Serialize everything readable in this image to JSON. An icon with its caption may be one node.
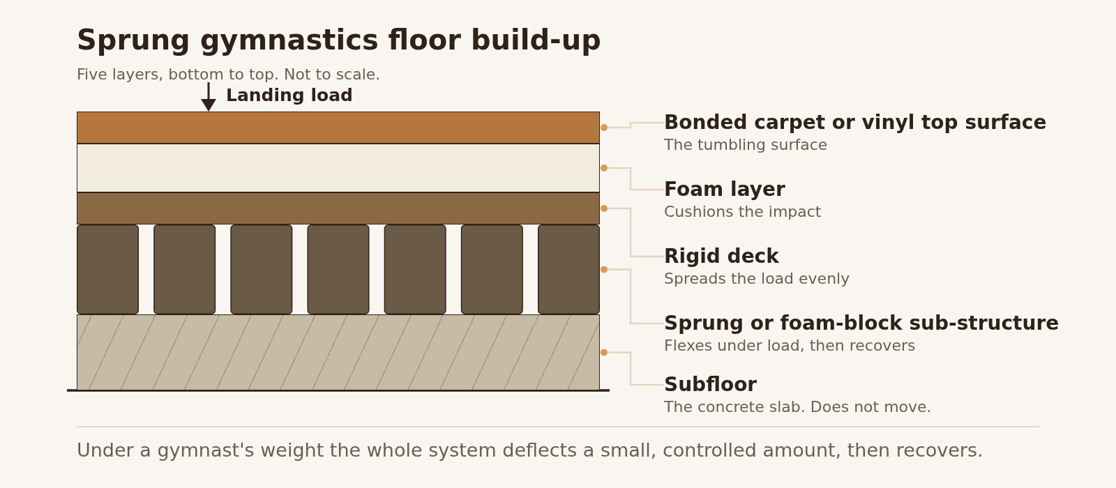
{
  "diagram": {
    "title": "Sprung gymnastics floor build-up",
    "caption": "Under a gymnast's weight the whole system deflects a small, controlled amount, then recovers.",
    "nodes": [
      {
        "text": [],
        "shape": "box"
      },
      {
        "text": [],
        "shape": "box"
      },
      {
        "text": [],
        "shape": "box"
      },
      {
        "text": [],
        "shape": "box"
      },
      {
        "text": [],
        "shape": "box"
      },
      {
        "text": [
          "Bonded carpet or vinyl top surface",
          "The tumbling surface"
        ]
      },
      {
        "text": [
          "Foam layer",
          "Cushions the impact"
        ]
      },
      {
        "text": [
          "Rigid deck",
          "Spreads the load evenly"
        ]
      },
      {
        "text": [
          "Sprung or foam-block sub-structure",
          "Flexes under load, then recovers"
        ]
      },
      {
        "text": [
          "Subfloor",
          "The concrete slab. Does not move."
        ]
      }
    ],
    "edges": [
      {
        "from": 5,
        "to": 0,
        "arrow": "other"
      },
      {
        "from": 6,
        "to": 1,
        "arrow": "other"
      },
      {
        "from": 7,
        "to": 2,
        "arrow": "other"
      },
      {
        "from": 8,
        "to": 3,
        "arrow": "other"
      },
      {
        "from": 9,
        "to": 4,
        "arrow": "other"
      }
    ],
    "labels": [
      "Five layers, bottom to top. Not to scale.",
      "Landing load"
    ]
  }
}
